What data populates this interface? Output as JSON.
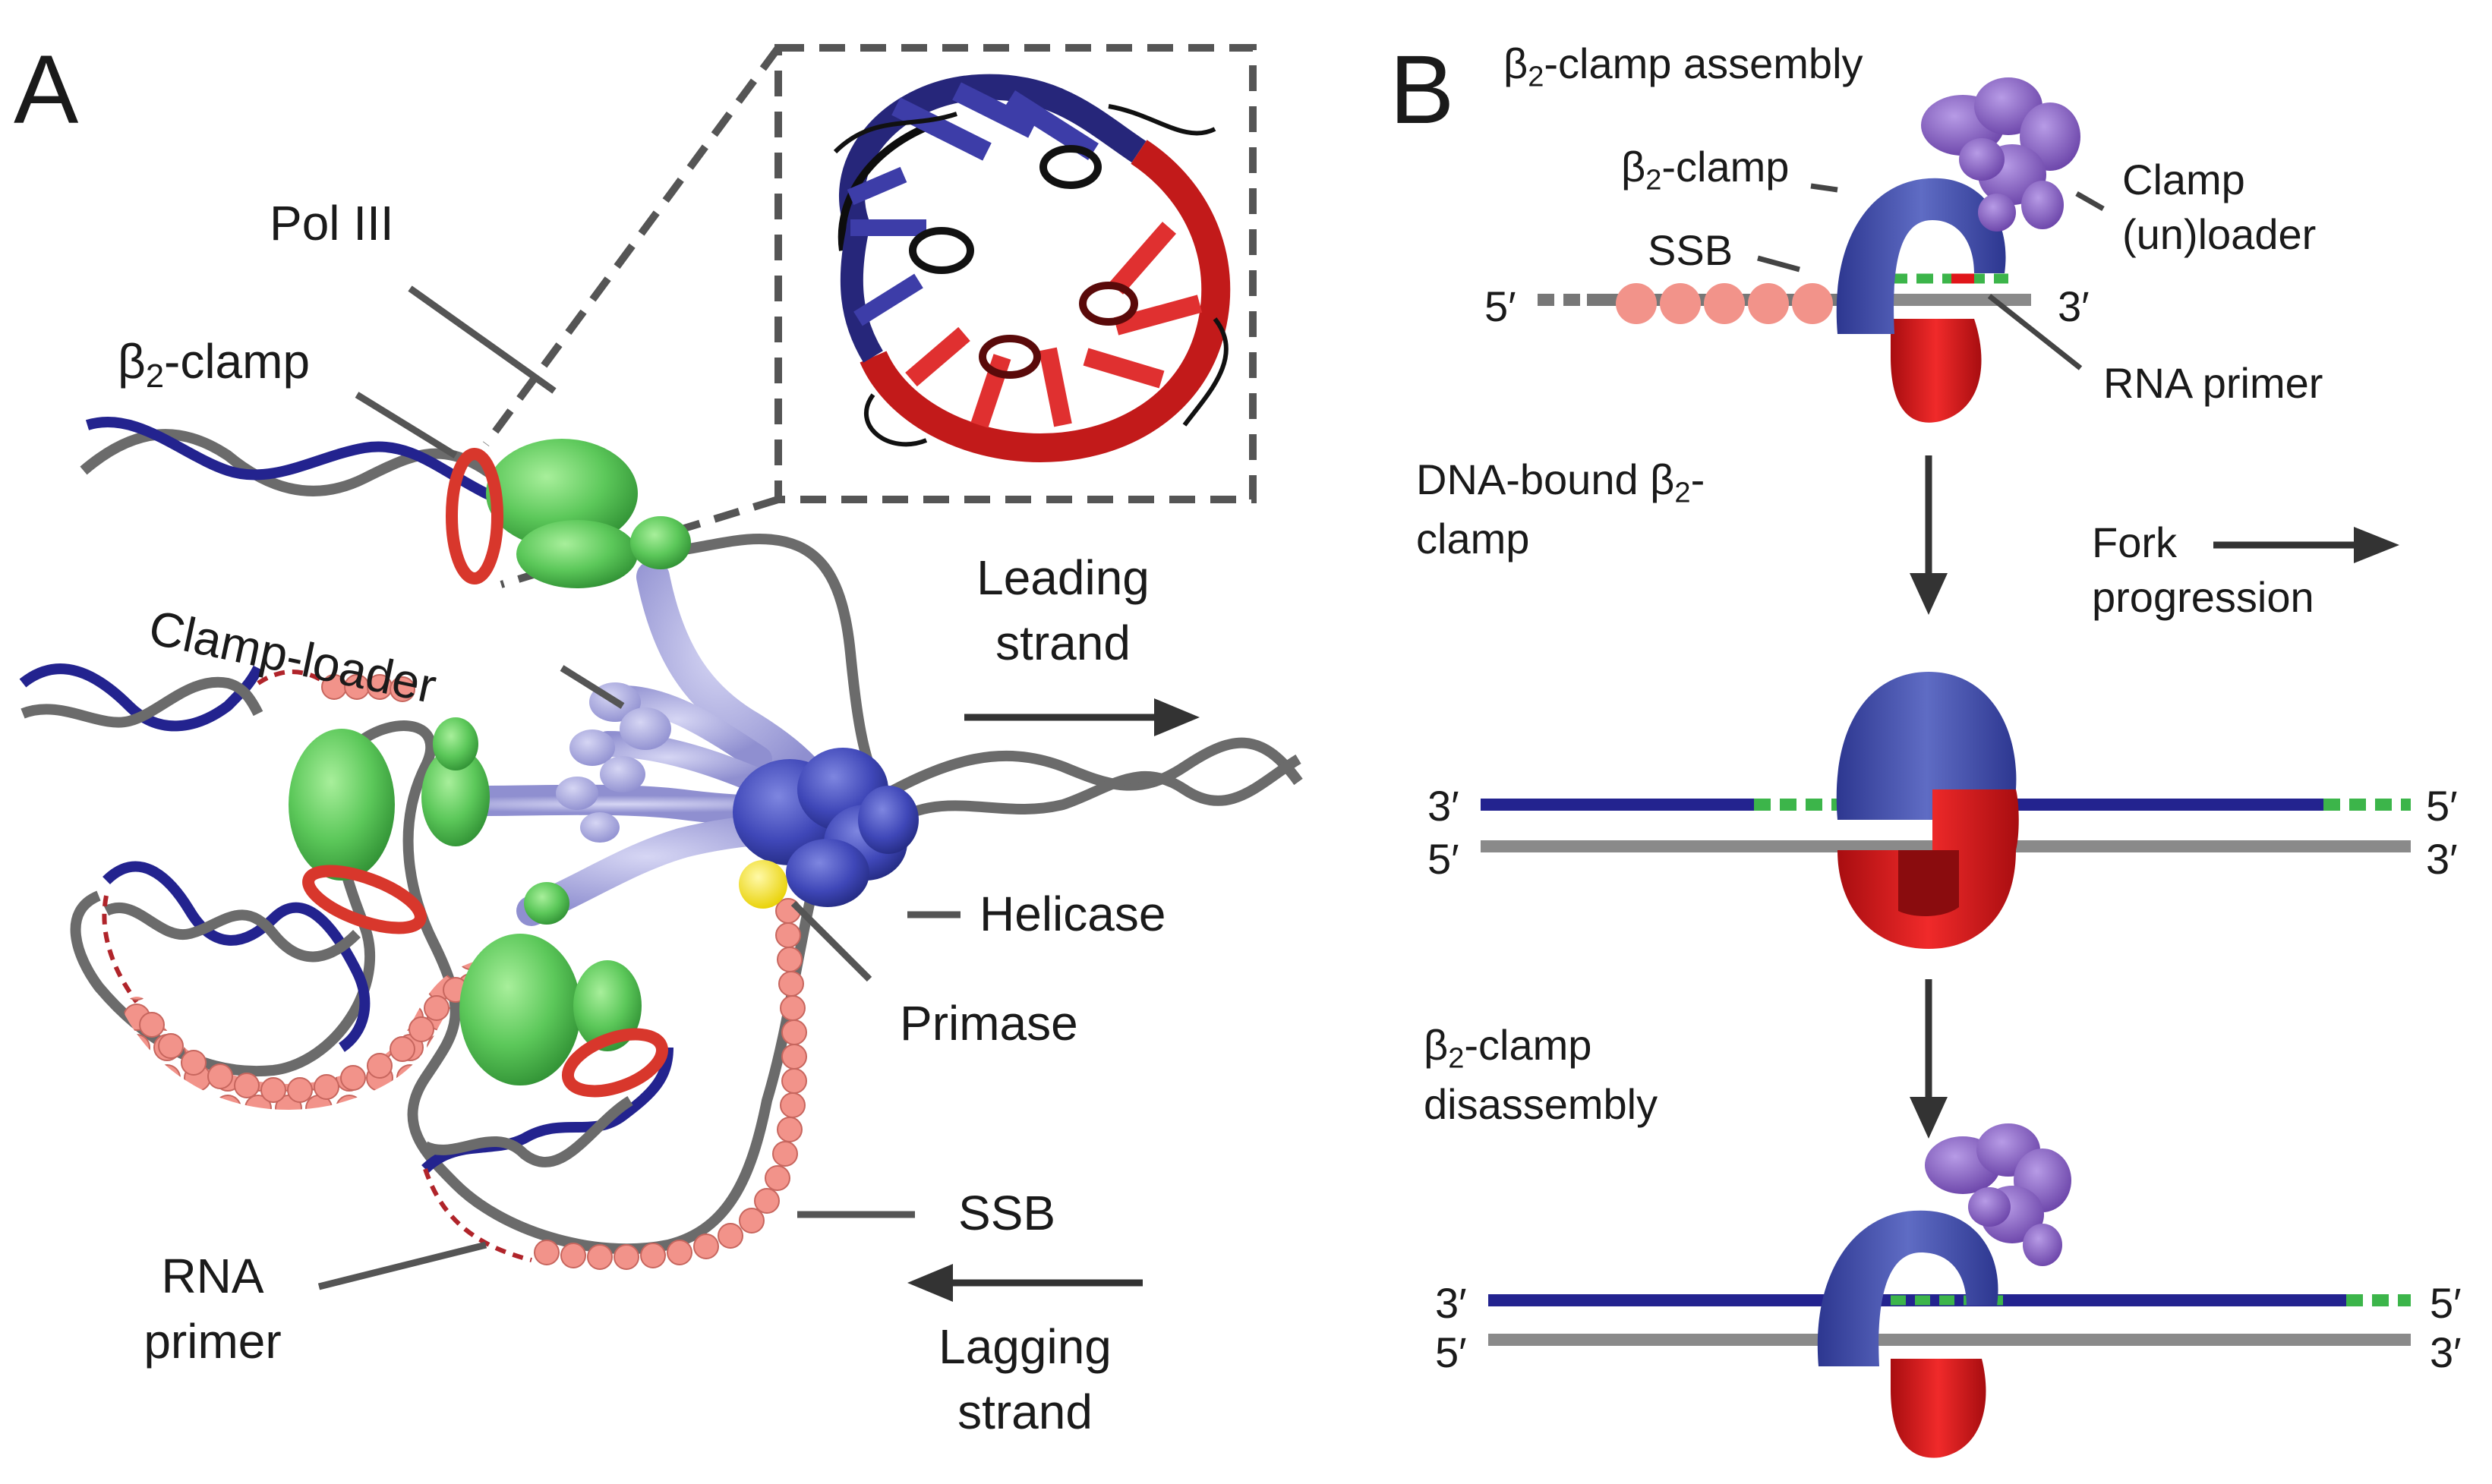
{
  "panel_a": {
    "letter": "A",
    "pol3": "Pol III",
    "beta_prefix": "β",
    "beta_sub": "2",
    "beta_suffix": "-clamp",
    "clamp_loader": "Clamp-loader",
    "leading_1": "Leading",
    "leading_2": "strand",
    "helicase": "Helicase",
    "primase": "Primase",
    "ssb": "SSB",
    "rna_1": "RNA",
    "rna_2": "primer",
    "lagging_1": "Lagging",
    "lagging_2": "strand"
  },
  "panel_b": {
    "letter": "B",
    "assembly_prefix": "β",
    "assembly_sub": "2",
    "assembly_suffix": "-clamp assembly",
    "beta_prefix": "β",
    "beta_sub": "2",
    "beta_suffix": "-clamp",
    "ssb": "SSB",
    "five_prime": "5′",
    "three_prime": "3′",
    "clamp_loader_1": "Clamp",
    "clamp_loader_2": "(un)loader",
    "rna_primer": "RNA primer",
    "dna_bound_1_prefix": "DNA-bound β",
    "dna_bound_1_sub": "2",
    "dna_bound_1_suffix": "-",
    "dna_bound_2": "clamp",
    "fork_1": "Fork",
    "fork_2": "progression",
    "disassembly_1_prefix": "β",
    "disassembly_1_sub": "2",
    "disassembly_1_suffix": "-clamp",
    "disassembly_2": "disassembly"
  },
  "colors": {
    "dna_gray": "#6b6b6b",
    "dna_blue": "#23238f",
    "clamp_blue": "#4a57b0",
    "clamp_red": "#e0161a",
    "ring_red": "#d8372c",
    "pol_green": "#5cc85a",
    "loader_purple": "#8f6ac9",
    "loader_lavender": "#a8a8e0",
    "helicase_blue": "#3f47b8",
    "primase_yellow": "#f5e51a",
    "ssb_pink": "#f2938a",
    "primer_green": "#3cb54a"
  }
}
